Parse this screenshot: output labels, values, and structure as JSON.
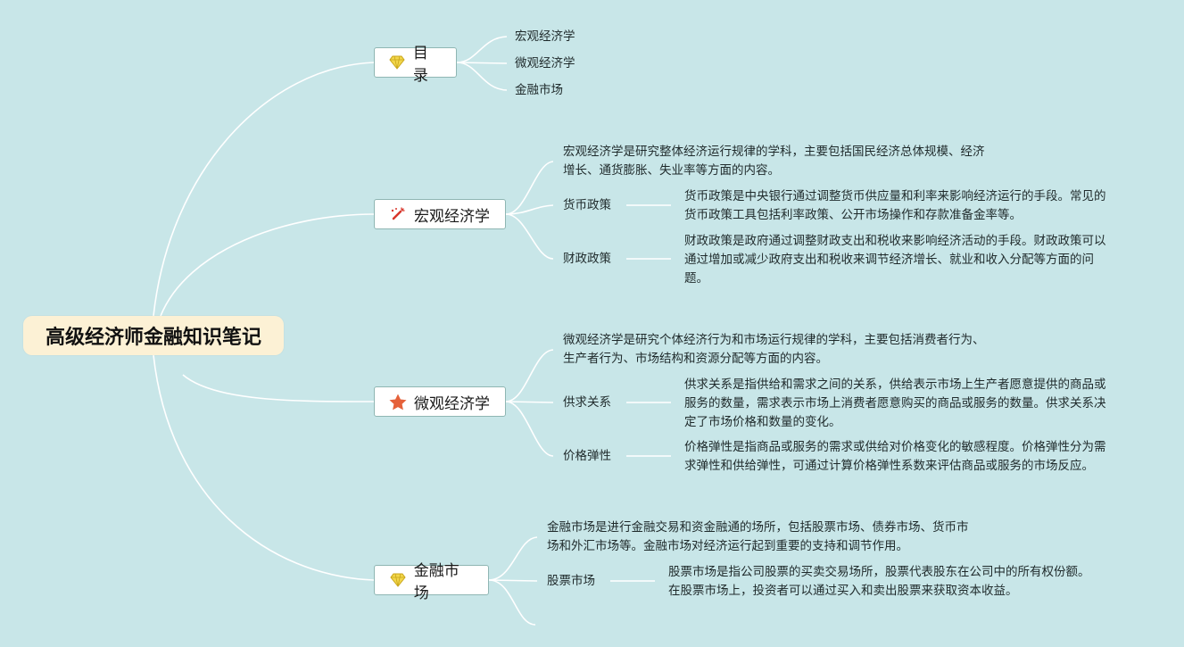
{
  "root": {
    "title": "高级经济师金融知识笔记"
  },
  "branches": [
    {
      "label": "目录",
      "icon": "gem-icon",
      "items": [
        "宏观经济学",
        "微观经济学",
        "金融市场"
      ]
    },
    {
      "label": "宏观经济学",
      "icon": "firecracker-icon",
      "intro": [
        "宏观经济学是研究整体经济运行规律的学科，主要包括国民经济总体规模、经济",
        "增长、通货膨胀、失业率等方面的内容。"
      ],
      "subs": [
        {
          "label": "货币政策",
          "desc": [
            "货币政策是中央银行通过调整货币供应量和利率来影响经济运行的手段。常见的",
            "货币政策工具包括利率政策、公开市场操作和存款准备金率等。"
          ]
        },
        {
          "label": "财政政策",
          "desc": [
            "财政政策是政府通过调整财政支出和税收来影响经济活动的手段。财政政策可以",
            "通过增加或减少政府支出和税收来调节经济增长、就业和收入分配等方面的问",
            "题。"
          ]
        }
      ]
    },
    {
      "label": "微观经济学",
      "icon": "star-icon",
      "intro": [
        "微观经济学是研究个体经济行为和市场运行规律的学科，主要包括消费者行为、",
        "生产者行为、市场结构和资源分配等方面的内容。"
      ],
      "subs": [
        {
          "label": "供求关系",
          "desc": [
            "供求关系是指供给和需求之间的关系，供给表示市场上生产者愿意提供的商品或",
            "服务的数量，需求表示市场上消费者愿意购买的商品或服务的数量。供求关系决",
            "定了市场价格和数量的变化。"
          ]
        },
        {
          "label": "价格弹性",
          "desc": [
            "价格弹性是指商品或服务的需求或供给对价格变化的敏感程度。价格弹性分为需",
            "求弹性和供给弹性，可通过计算价格弹性系数来评估商品或服务的市场反应。"
          ]
        }
      ]
    },
    {
      "label": "金融市场",
      "icon": "gem-icon",
      "intro": [
        "金融市场是进行金融交易和资金融通的场所，包括股票市场、债券市场、货币市",
        "场和外汇市场等。金融市场对经济运行起到重要的支持和调节作用。"
      ],
      "subs": [
        {
          "label": "股票市场",
          "desc": [
            "股票市场是指公司股票的买卖交易场所，股票代表股东在公司中的所有权份额。",
            "在股票市场上，投资者可以通过买入和卖出股票来获取资本收益。"
          ]
        }
      ]
    }
  ],
  "colors": {
    "background": "#c8e6e8",
    "edge": "#ffffff",
    "root_bg": "#fcf1d5",
    "gem": "#f2d64a",
    "star": "#e5613a",
    "firecracker": "#d8362b"
  }
}
